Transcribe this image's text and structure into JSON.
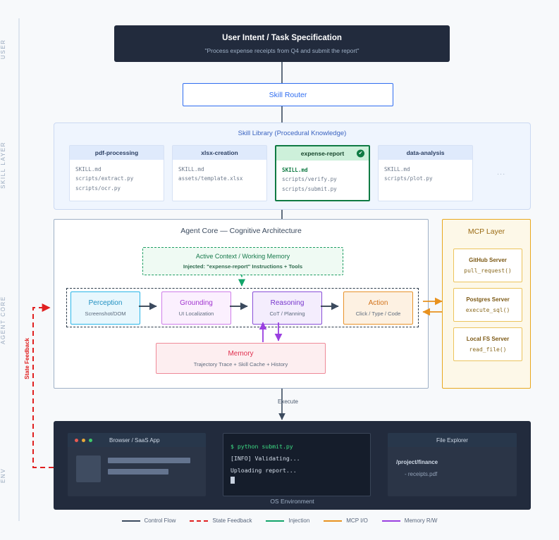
{
  "lanes": [
    {
      "label": "USER"
    },
    {
      "label": "SKILL LAYER"
    },
    {
      "label": "AGENT CORE"
    },
    {
      "label": "ENV"
    }
  ],
  "intent": {
    "title": "User Intent / Task Specification",
    "subtitle": "\"Process expense receipts from Q4 and submit the report\""
  },
  "router": {
    "label": "Skill Router"
  },
  "skill_library": {
    "title": "Skill Library (Procedural Knowledge)",
    "ellipsis": "...",
    "check_glyph": "✔",
    "cards": [
      {
        "name": "pdf-processing",
        "files": [
          "SKILL.md",
          "scripts/extract.py",
          "scripts/ocr.py"
        ],
        "selected": false
      },
      {
        "name": "xlsx-creation",
        "files": [
          "SKILL.md",
          "assets/template.xlsx"
        ],
        "selected": false
      },
      {
        "name": "expense-report",
        "files": [
          "SKILL.md",
          "scripts/verify.py",
          "scripts/submit.py"
        ],
        "selected": true
      },
      {
        "name": "data-analysis",
        "files": [
          "SKILL.md",
          "scripts/plot.py"
        ],
        "selected": false
      }
    ]
  },
  "agent_core": {
    "title": "Agent Core — Cognitive Architecture",
    "context": {
      "title": "Active Context / Working Memory",
      "subtitle": "Injected: \"expense-report\" Instructions + Tools"
    },
    "pipeline": [
      {
        "title": "Perception",
        "subtitle": "Screenshot/DOM"
      },
      {
        "title": "Grounding",
        "subtitle": "UI Localization"
      },
      {
        "title": "Reasoning",
        "subtitle": "CoT / Planning"
      },
      {
        "title": "Action",
        "subtitle": "Click / Type / Code"
      }
    ],
    "memory": {
      "title": "Memory",
      "subtitle": "Trajectory Trace + Skill Cache + History"
    }
  },
  "mcp": {
    "title": "MCP Layer",
    "servers": [
      {
        "name": "GitHub Server",
        "fn": "pull_request()"
      },
      {
        "name": "Postgres Server",
        "fn": "execute_sql()"
      },
      {
        "name": "Local FS Server",
        "fn": "read_file()"
      }
    ]
  },
  "env": {
    "caption": "OS Environment",
    "browser": {
      "title": "Browser / SaaS App"
    },
    "terminal": {
      "line1": "$ python submit.py",
      "line2": "[INFO] Validating...",
      "line3": "Uploading report..."
    },
    "file_explorer": {
      "title": "File Explorer",
      "path": "/project/finance",
      "file": "- receipts.pdf"
    }
  },
  "edges": {
    "execute_label": "Execute",
    "state_feedback_label": "State Feedback"
  },
  "legend": [
    {
      "label": "Control Flow",
      "color": "#3b4a5e",
      "style": "solid"
    },
    {
      "label": "State Feedback",
      "color": "#e02020",
      "style": "dashed"
    },
    {
      "label": "Injection",
      "color": "#12a46a",
      "style": "solid"
    },
    {
      "label": "MCP I/O",
      "color": "#e8921f",
      "style": "solid"
    },
    {
      "label": "Memory R/W",
      "color": "#9a3fe0",
      "style": "solid"
    }
  ]
}
